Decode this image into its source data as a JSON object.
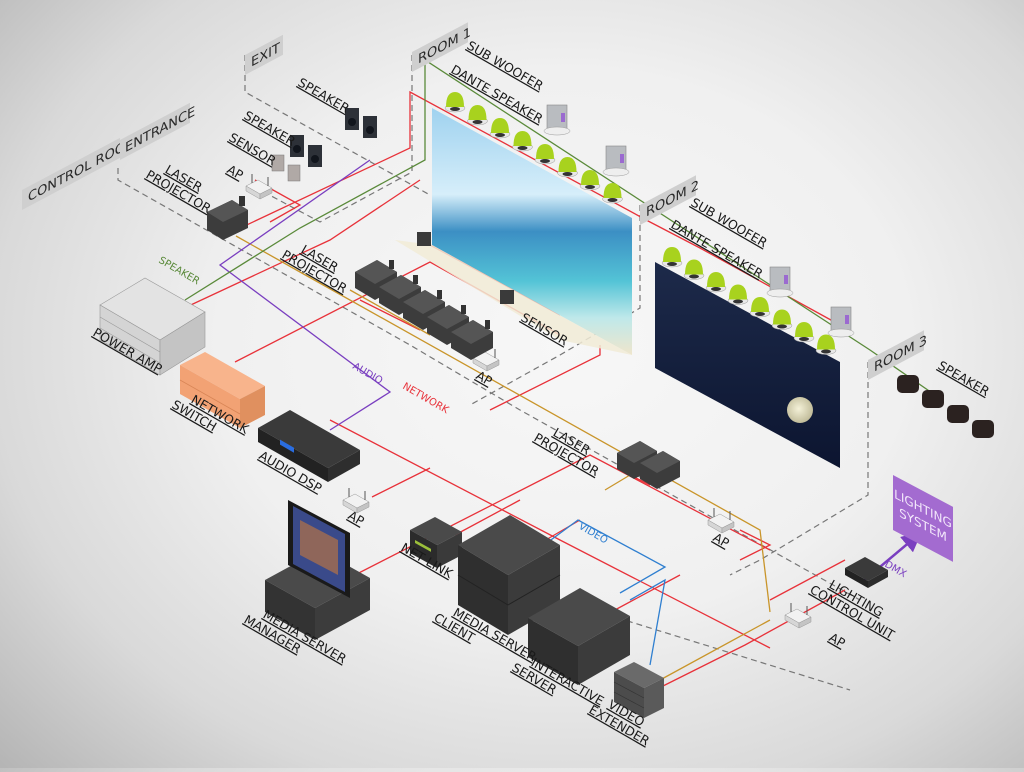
{
  "diagram": {
    "title": "AV System Isometric Layout",
    "rooms": [
      {
        "id": "control-room",
        "label": "CONTROL ROOM"
      },
      {
        "id": "entrance",
        "label": "ENTRANCE"
      },
      {
        "id": "exit",
        "label": "EXIT"
      },
      {
        "id": "room1",
        "label": "ROOM 1"
      },
      {
        "id": "room2",
        "label": "ROOM 2"
      },
      {
        "id": "room3",
        "label": "ROOM 3"
      }
    ],
    "devices": {
      "laser_projector_entrance": "LASER\nPROJECTOR",
      "ap_entrance": "AP",
      "sensor_entrance": "SENSOR",
      "speaker_entrance": "SPEAKER",
      "speaker_exit": "SPEAKER",
      "sub_woofer_room1": "SUB WOOFER",
      "dante_speaker_room1": "DANTE SPEAKER",
      "sub_woofer_room2": "SUB WOOFER",
      "dante_speaker_room2": "DANTE SPEAKER",
      "speaker_room3": "SPEAKER",
      "laser_projector_room1": "LASER\nPROJECTOR",
      "sensor_room1": "SENSOR",
      "ap_room1": "AP",
      "power_amp": "POWER AMP",
      "network_switch": "NETWORK\nSWITCH",
      "audio_dsp": "AUDIO DSP",
      "ap_control": "AP",
      "media_server_manager": "MEDIA SERVER\nMANAGER",
      "net_link": "NET LINK",
      "media_server_client": "MEDIA SERVER\nCLIENT",
      "interactive_server": "INTERACTIVE\nSERVER",
      "video_extender": "VIDEO\nEXTENDER",
      "laser_projector_room2": "LASER\nPROJECTOR",
      "ap_room2": "AP",
      "ap_room3": "AP",
      "lighting_control_unit": "LIGHTING\nCONTROL UNIT",
      "lighting_system": "LIGHTING\nSYSTEM"
    },
    "cable_labels": {
      "speaker": "SPEAKER",
      "audio": "AUDIO",
      "network": "NETWORK",
      "video": "VIDEO",
      "dmx": "DMX"
    },
    "colors": {
      "network": "#e8323a",
      "audio": "#7a3fc0",
      "speaker": "#5a8a3a",
      "video": "#2f7fd0",
      "control": "#c9952a",
      "boundary": "#777777",
      "room_tag": "#cfcfcf",
      "lighting_system": "#a36bd0",
      "dante_speaker": "#a8d21e",
      "network_switch": "#f4a57a"
    }
  }
}
